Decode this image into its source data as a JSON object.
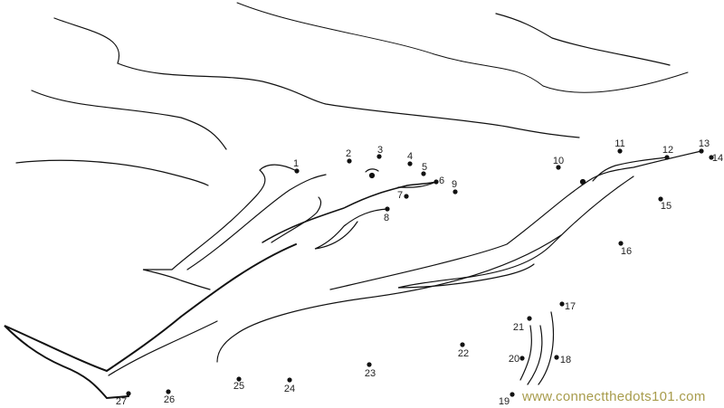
{
  "puzzle": {
    "dot_labels": [
      "1",
      "2",
      "3",
      "4",
      "5",
      "6",
      "7",
      "8",
      "9",
      "10",
      "11",
      "12",
      "13",
      "14",
      "15",
      "16",
      "17",
      "18",
      "19",
      "20",
      "21",
      "22",
      "23",
      "24",
      "25",
      "26",
      "27"
    ]
  },
  "watermark": "www.connectthedots101.com",
  "colors": {
    "ink": "#111111",
    "watermark": "#a89c4c"
  }
}
